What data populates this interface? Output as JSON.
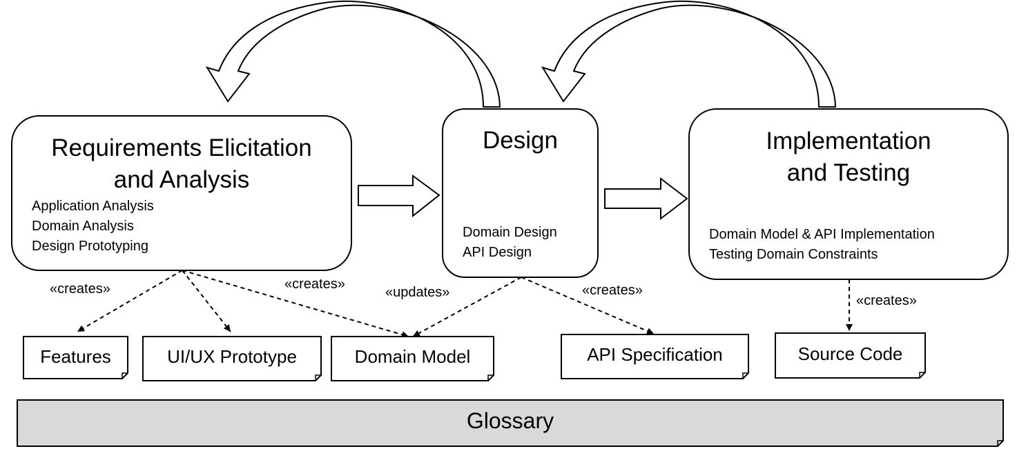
{
  "phases": [
    {
      "id": "requirements",
      "title_lines": [
        "Requirements Elicitation",
        "and Analysis"
      ],
      "activities": [
        "Application Analysis",
        "Domain Analysis",
        "Design Prototyping"
      ]
    },
    {
      "id": "design",
      "title_lines": [
        "Design"
      ],
      "activities": [
        "Domain Design",
        "API Design"
      ]
    },
    {
      "id": "implementation",
      "title_lines": [
        "Implementation",
        "and Testing"
      ],
      "activities": [
        "Domain Model & API Implementation",
        "Testing Domain Constraints"
      ]
    }
  ],
  "artifacts": [
    "Features",
    "UI/UX Prototype",
    "Domain Model",
    "API Specification",
    "Source Code"
  ],
  "relations": {
    "req_creates_features": "«creates»",
    "req_creates_domain": "«creates»",
    "design_updates_domain": "«updates»",
    "design_creates_api": "«creates»",
    "impl_creates_source": "«creates»"
  },
  "glossary": "Glossary",
  "colors": {
    "stroke": "#000000",
    "glossary_fill": "#d9d9d9",
    "background": "#ffffff"
  }
}
